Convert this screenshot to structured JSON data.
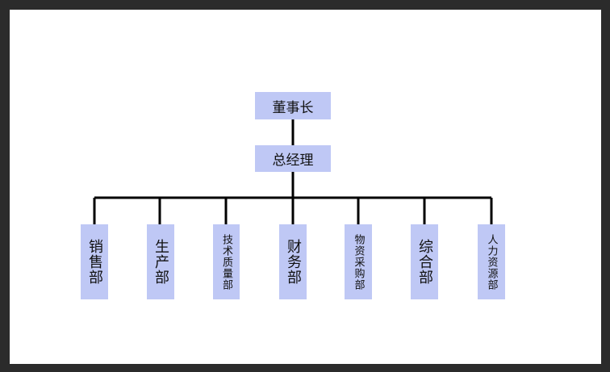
{
  "chart": {
    "root": "董事长",
    "manager": "总经理",
    "departments": [
      "销售部",
      "生产部",
      "技术质量部",
      "财务部",
      "物资采购部",
      "综合部",
      "人力资源部"
    ]
  },
  "colors": {
    "box_fill": "#bfc8f5",
    "line": "#000000",
    "frame": "#2b2b2b"
  }
}
